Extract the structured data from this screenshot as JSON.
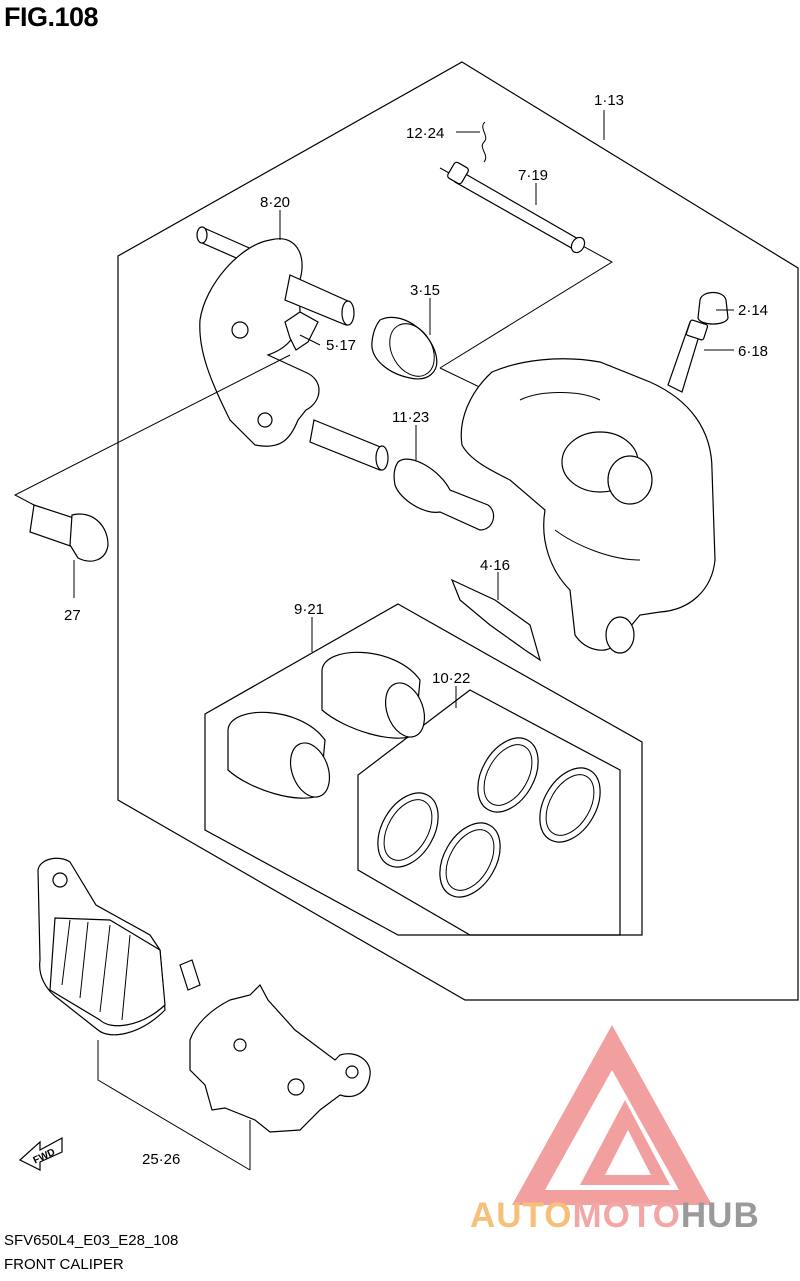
{
  "figure": {
    "title": "FIG.108",
    "code": "SFV650L4_E03_E28_108",
    "name": "FRONT CALIPER"
  },
  "callouts": {
    "c1": "1·13",
    "c2": "2·14",
    "c3": "3·15",
    "c4": "4·16",
    "c5": "5·17",
    "c6": "6·18",
    "c7": "7·19",
    "c8": "8·20",
    "c9": "9·21",
    "c10": "10·22",
    "c11": "11·23",
    "c12": "12·24",
    "c25": "25·26",
    "c27": "27"
  },
  "fwd_label": "FWD",
  "watermark": {
    "part1": "AUTO",
    "part2": "MOTO",
    "part3": "HUB",
    "colors": {
      "auto": "#f6c07a",
      "moto": "#f4a6a6",
      "hub": "#9a9a9a",
      "logo": "#f08f8f"
    }
  }
}
